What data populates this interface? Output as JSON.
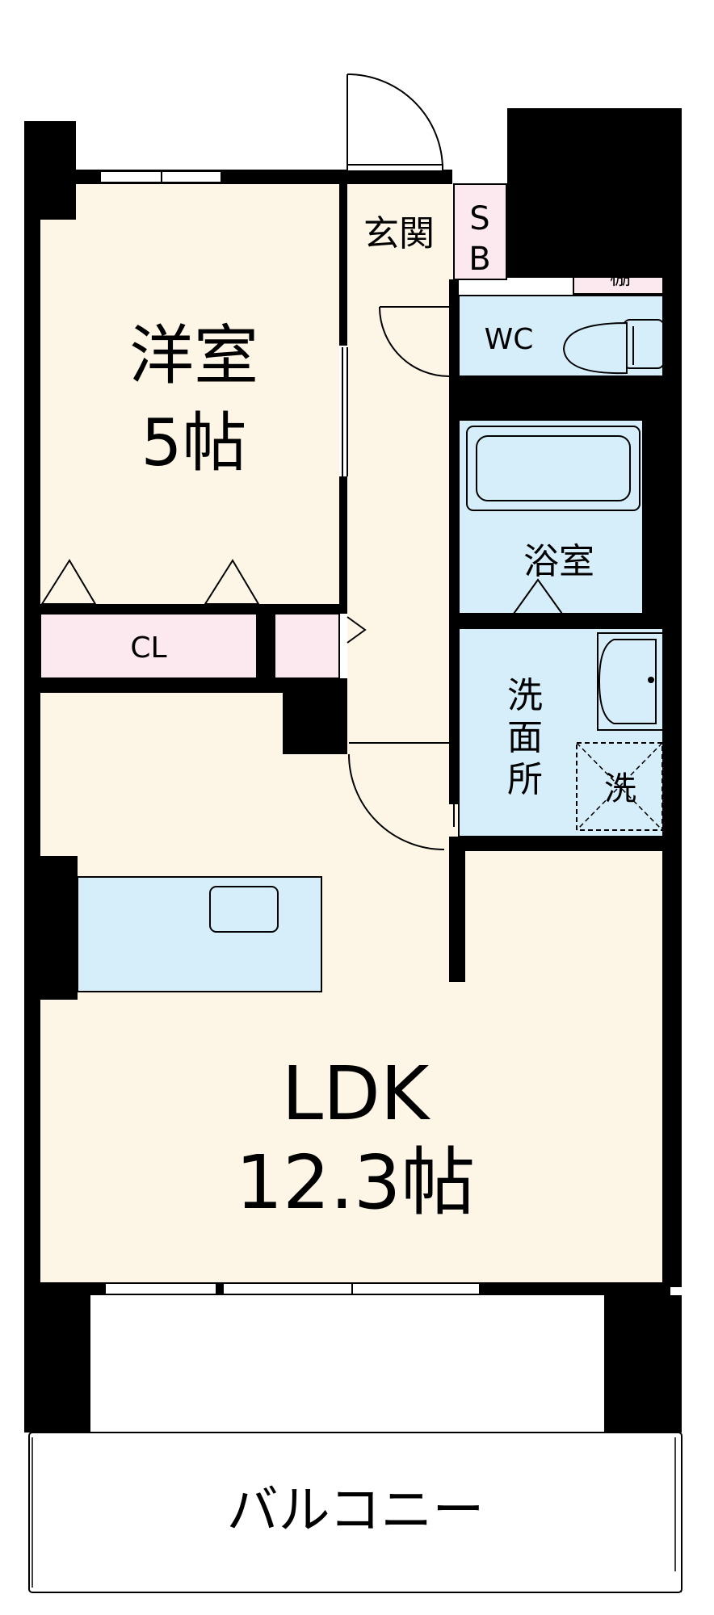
{
  "floorplan": {
    "colors": {
      "floor": "#fdf6e6",
      "wet": "#d5eefa",
      "storage": "#fce8ef",
      "wall": "#000000",
      "balcony": "#ffffff"
    },
    "rooms": {
      "western_room": {
        "name": "洋室",
        "size": "5帖"
      },
      "closet": {
        "name": "CL"
      },
      "entrance": {
        "name": "玄関"
      },
      "shoe_box": {
        "name": "S\nB",
        "line1": "S",
        "line2": "B"
      },
      "shelf": {
        "name": "棚"
      },
      "wc": {
        "name": "WC"
      },
      "bathroom": {
        "name": "浴室"
      },
      "washroom": {
        "name": "洗面所",
        "line1": "洗",
        "line2": "面",
        "line3": "所"
      },
      "washer": {
        "name": "洗"
      },
      "ldk": {
        "name": "LDK",
        "size": "12.3帖"
      },
      "balcony": {
        "name": "バルコニー"
      }
    }
  }
}
